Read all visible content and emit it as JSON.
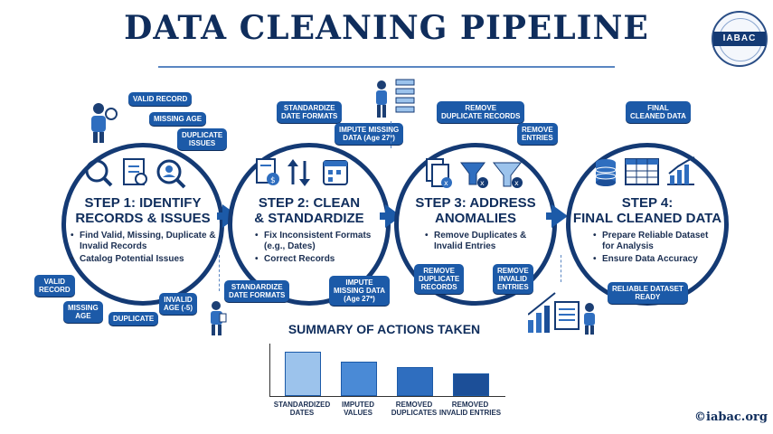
{
  "title": "DATA CLEANING PIPELINE",
  "logo": {
    "text": "IABAC"
  },
  "steps": [
    {
      "title_line1": "STEP 1: IDENTIFY",
      "title_line2": "RECORDS & ISSUES",
      "bullets": [
        "Find Valid, Missing, Duplicate & Invalid Records",
        "Catalog Potential Issues"
      ]
    },
    {
      "title_line1": "STEP 2: CLEAN",
      "title_line2": "& STANDARDIZE",
      "bullets": [
        "Fix Inconsistent Formats (e.g., Dates)",
        "Correct Records"
      ]
    },
    {
      "title_line1": "STEP 3: ADDRESS",
      "title_line2": "ANOMALIES",
      "bullets": [
        "Remove Duplicates & Invalid Entries"
      ]
    },
    {
      "title_line1": "STEP 4:",
      "title_line2": "FINAL CLEANED DATA",
      "bullets": [
        "Prepare Reliable Dataset for Analysis",
        "Ensure Data Accuracy"
      ]
    }
  ],
  "tags": {
    "s1_valid_top": "VALID RECORD",
    "s1_missing_top": "MISSING AGE",
    "s1_duplicate_top_1": "DUPLICATE",
    "s1_duplicate_top_2": "ISSUES",
    "s1_valid_bottom_1": "VALID",
    "s1_valid_bottom_2": "RECORD",
    "s1_missing_bottom_1": "MISSING",
    "s1_missing_bottom_2": "AGE",
    "s1_duplicate_bottom": "DUPLICATE",
    "s1_invalid_1": "INVALID",
    "s1_invalid_2": "AGE (-5)",
    "s2_std_top_1": "STANDARDIZE",
    "s2_std_top_2": "DATE FORMATS",
    "s2_impute_top_1": "IMPUTE MISSING",
    "s2_impute_top_2": "DATA (Age 27*)",
    "s2_std_bottom_1": "STANDARDIZE",
    "s2_std_bottom_2": "DATE FORMATS",
    "s2_impute_bottom_1": "IMPUTE",
    "s2_impute_bottom_2": "MISSING DATA",
    "s2_impute_bottom_3": "(Age 27*)",
    "s3_remove_dup_top_1": "REMOVE",
    "s3_remove_dup_top_2": "DUPLICATE RECORDS",
    "s3_remove_ent_top_1": "REMOVE",
    "s3_remove_ent_top_2": "ENTRIES",
    "s3_remove_dup_bottom_1": "REMOVE",
    "s3_remove_dup_bottom_2": "DUPLICATE",
    "s3_remove_dup_bottom_3": "RECORDS",
    "s3_remove_inv_bottom_1": "REMOVE",
    "s3_remove_inv_bottom_2": "INVALID",
    "s3_remove_inv_bottom_3": "ENTRIES",
    "s4_final_top_1": "FINAL",
    "s4_final_top_2": "CLEANED DATA",
    "s4_ready_1": "RELIABLE DATASET",
    "s4_ready_2": "READY"
  },
  "chart_data": {
    "type": "bar",
    "title": "SUMMARY OF ACTIONS TAKEN",
    "categories": [
      {
        "line1": "STANDARDIZED",
        "line2": "DATES"
      },
      {
        "line1": "IMPUTED",
        "line2": "VALUES"
      },
      {
        "line1": "REMOVED",
        "line2": "DUPLICATES"
      },
      {
        "line1": "REMOVED",
        "line2": "INVALID ENTRIES"
      }
    ],
    "values": [
      0.9,
      0.7,
      0.6,
      0.47
    ],
    "colors": [
      "#9cc3ec",
      "#4a8ad6",
      "#2f6ebf",
      "#1c4f98"
    ],
    "ylim": [
      0,
      1
    ]
  },
  "site": "©iabac.org"
}
